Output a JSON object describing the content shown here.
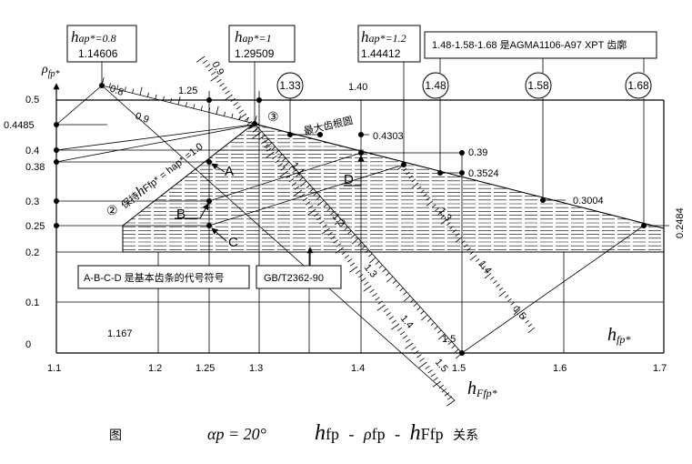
{
  "axes": {
    "x_label": "h",
    "x_label_sub": "fp*",
    "y_label": "ρ",
    "y_label_sub": "fp*",
    "d_label": "h",
    "d_label_sub": "Ffp*",
    "x_ticks": [
      "1.1",
      "1.2",
      "1.25",
      "1.3",
      "1.4",
      "1.5",
      "1.6",
      "1.7"
    ],
    "y_ticks": [
      "0.5",
      "0.4",
      "0.38",
      "0.3",
      "0.25",
      "0.2",
      "0.1",
      "0"
    ],
    "y_extra_labels": [
      "0.4485"
    ],
    "top_labels": [
      "1.25",
      "1.40"
    ],
    "inner_labels": [
      "1.167",
      "1.5"
    ],
    "right_values": [
      "0.4303",
      "0.39",
      "0.3524",
      "0.3004",
      "0.2484"
    ],
    "left_scale": [
      "0.8",
      "0.9"
    ],
    "diag_scale_top": [
      "0.9"
    ],
    "diag_scale": [
      "1.1",
      "1.2",
      "1.3",
      "1.4",
      "1.5"
    ],
    "right_scale": [
      "1.3",
      "1.4",
      "1.5"
    ]
  },
  "boxes": {
    "ap08_h": "h",
    "ap08_sub": "ap*=0.8",
    "ap08_val": "1.14606",
    "ap10_h": "h",
    "ap10_sub": "ap*=1",
    "ap10_val": "1.29509",
    "ap12_h": "h",
    "ap12_sub": "ap*=1.2",
    "ap12_val": "1.44412",
    "agma": "1.48-1.58-1.68 是AGMA1106-A97 XPT 齿廓",
    "abcd_note": "A-B-C-D 是基本齿条的代号符号",
    "gb": "GB/T2362-90"
  },
  "circles": [
    "1.33",
    "1.48",
    "1.58",
    "1.68"
  ],
  "markers": {
    "c2": "②",
    "c3": "③"
  },
  "points": [
    "A",
    "B",
    "C",
    "D"
  ],
  "line_labels": {
    "keep": "保持",
    "keep_formula_h": "h",
    "keep_formula_rest": "Ffp* = hap* =1.0",
    "max_fillet": "最大齿根圆"
  },
  "caption": {
    "fig": "图",
    "alpha": "αp = 20°",
    "h1": "h",
    "s1": "fp",
    "dash1": "-",
    "rho": "ρ",
    "s2": "fp",
    "dash2": "-",
    "h3": "h",
    "s3": "Ffp",
    "tail": "关系"
  }
}
